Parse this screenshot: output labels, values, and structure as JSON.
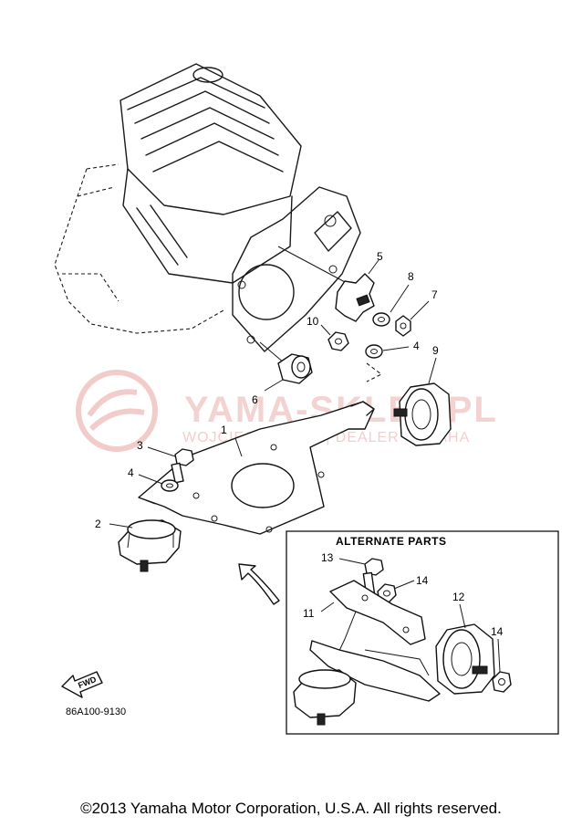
{
  "watermark": {
    "main_text": "YAMA-SKLEP.PL",
    "sub_text": "WOJCIECHOWICZ | DEALER YAMAHA"
  },
  "callouts": {
    "c1": "1",
    "c2": "2",
    "c3": "3",
    "c4a": "4",
    "c4b": "4",
    "c5": "5",
    "c6": "6",
    "c7": "7",
    "c8": "8",
    "c9": "9",
    "c10": "10",
    "c11": "11",
    "c12": "12",
    "c13": "13",
    "c14a": "14",
    "c14b": "14"
  },
  "alternate_box": {
    "title": "ALTERNATE PARTS"
  },
  "fwd_label": "FWD",
  "diagram_code": "86A100-9130",
  "copyright": "©2013 Yamaha Motor Corporation, U.S.A. All rights reserved."
}
